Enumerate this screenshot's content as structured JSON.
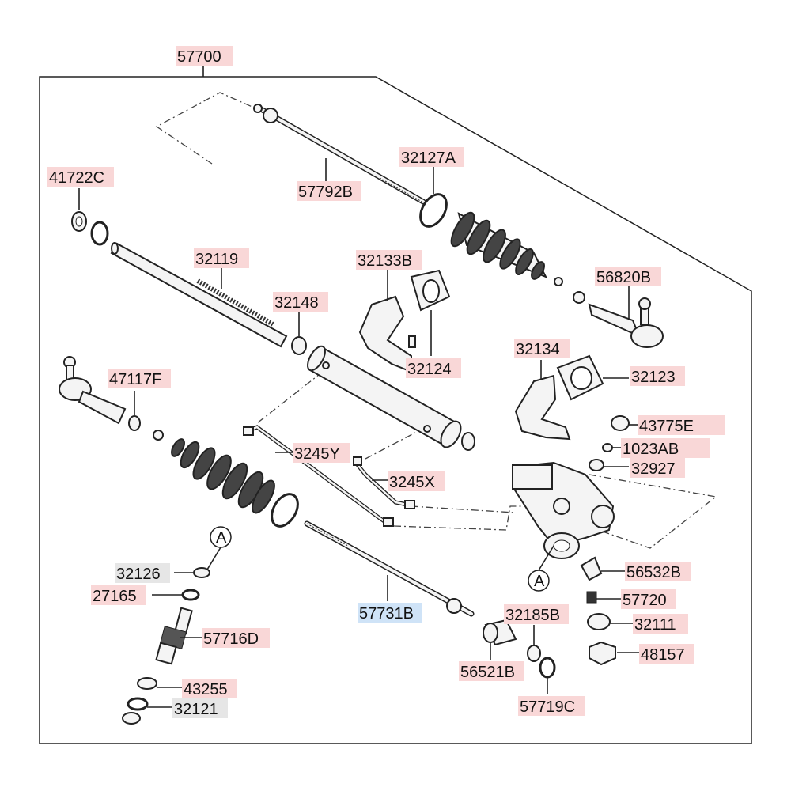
{
  "colors": {
    "label_bg": "#f9d7d7",
    "label_bg_selected": "#cfe3f7",
    "label_bg_neutral": "#e6e6e6",
    "line": "#222222"
  },
  "assembly": {
    "number": "57700"
  },
  "parts": [
    {
      "key": "p57792B",
      "number": "57792B",
      "tag": "pink"
    },
    {
      "key": "p32127A",
      "number": "32127A",
      "tag": "pink"
    },
    {
      "key": "p41722C",
      "number": "41722C",
      "tag": "pink"
    },
    {
      "key": "p32119",
      "number": "32119",
      "tag": "pink"
    },
    {
      "key": "p32148",
      "number": "32148",
      "tag": "pink"
    },
    {
      "key": "p32133B",
      "number": "32133B",
      "tag": "pink"
    },
    {
      "key": "p32124",
      "number": "32124",
      "tag": "pink"
    },
    {
      "key": "p56820B",
      "number": "56820B",
      "tag": "pink"
    },
    {
      "key": "p32134",
      "number": "32134",
      "tag": "pink"
    },
    {
      "key": "p32123",
      "number": "32123",
      "tag": "pink"
    },
    {
      "key": "p47117F",
      "number": "47117F",
      "tag": "pink"
    },
    {
      "key": "p43775E",
      "number": "43775E",
      "tag": "pink"
    },
    {
      "key": "p1023AB",
      "number": "1023AB",
      "tag": "pink"
    },
    {
      "key": "p32927",
      "number": "32927",
      "tag": "pink"
    },
    {
      "key": "p3245Y",
      "number": "3245Y",
      "tag": "pink"
    },
    {
      "key": "p3245X",
      "number": "3245X",
      "tag": "pink"
    },
    {
      "key": "p32126",
      "number": "32126",
      "tag": "gray"
    },
    {
      "key": "p27165",
      "number": "27165",
      "tag": "pink"
    },
    {
      "key": "p57716D",
      "number": "57716D",
      "tag": "pink"
    },
    {
      "key": "p43255",
      "number": "43255",
      "tag": "pink"
    },
    {
      "key": "p32121",
      "number": "32121",
      "tag": "gray"
    },
    {
      "key": "p57731B",
      "number": "57731B",
      "tag": "blue"
    },
    {
      "key": "p56532B",
      "number": "56532B",
      "tag": "pink"
    },
    {
      "key": "p57720",
      "number": "57720",
      "tag": "pink"
    },
    {
      "key": "p32185B",
      "number": "32185B",
      "tag": "pink"
    },
    {
      "key": "p32111",
      "number": "32111",
      "tag": "pink"
    },
    {
      "key": "p48157",
      "number": "48157",
      "tag": "pink"
    },
    {
      "key": "p56521B",
      "number": "56521B",
      "tag": "pink"
    },
    {
      "key": "p57719C",
      "number": "57719C",
      "tag": "pink"
    }
  ],
  "markers": [
    {
      "key": "m1",
      "text": "A"
    },
    {
      "key": "m2",
      "text": "A"
    }
  ]
}
